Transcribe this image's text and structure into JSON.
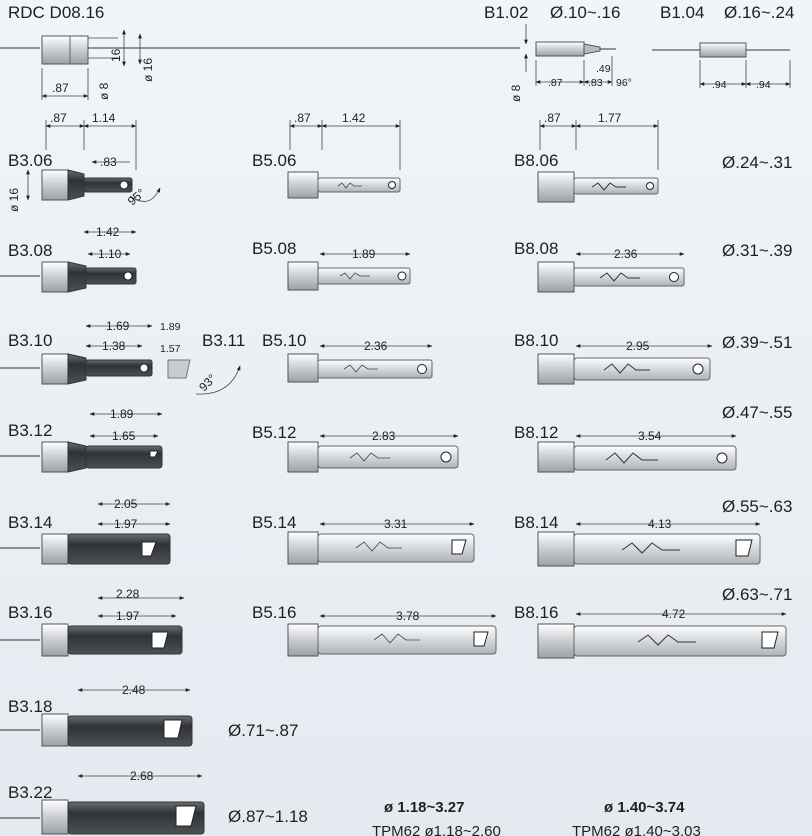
{
  "header": {
    "holder_label": "RDC D08.16",
    "holder_dims": {
      "length": ".87",
      "bore": "ø 8",
      "shank": "ø 16",
      "shank_side": "16"
    },
    "b102": {
      "label": "B1.02",
      "range": "Ø.10~.16",
      "dims": [
        ".87",
        ".83",
        ".49",
        "96°"
      ],
      "bore": "ø 8"
    },
    "b104": {
      "label": "B1.04",
      "range": "Ø.16~.24",
      "dims": [
        ".94",
        ".94"
      ]
    }
  },
  "bars": {
    "b3": {
      "b306": {
        "label": "B3.06",
        "dims": [
          ".87",
          "1.14",
          ".83"
        ],
        "angle": "95°",
        "dia": "ø 16"
      },
      "b308": {
        "label": "B3.08",
        "dims": [
          "1.42",
          "1.10"
        ]
      },
      "b310": {
        "label": "B3.10",
        "dims": [
          "1.69",
          "1.38"
        ]
      },
      "b311": {
        "label": "B3.11",
        "dims": [
          "1.89",
          "1.57"
        ],
        "angle": "93°"
      },
      "b312": {
        "label": "B3.12",
        "dims": [
          "1.89",
          "1.65"
        ]
      },
      "b314": {
        "label": "B3.14",
        "dims": [
          "2.05",
          "1.97"
        ]
      },
      "b316": {
        "label": "B3.16",
        "dims": [
          "2.28",
          "1.97"
        ]
      },
      "b318": {
        "label": "B3.18",
        "dims": [
          "2.48"
        ],
        "range": "Ø.71~.87"
      },
      "b322": {
        "label": "B3.22",
        "dims": [
          "2.68"
        ],
        "range": "Ø.87~1.18"
      }
    },
    "b5": {
      "b506": {
        "label": "B5.06",
        "dims": [
          ".87",
          "1.42"
        ]
      },
      "b508": {
        "label": "B5.08",
        "dims": [
          "1.89"
        ]
      },
      "b510": {
        "label": "B5.10",
        "dims": [
          "2.36"
        ]
      },
      "b512": {
        "label": "B5.12",
        "dims": [
          "2.83"
        ]
      },
      "b514": {
        "label": "B5.14",
        "dims": [
          "3.31"
        ]
      },
      "b516": {
        "label": "B5.16",
        "dims": [
          "3.78"
        ]
      }
    },
    "b8": {
      "b806": {
        "label": "B8.06",
        "dims": [
          ".87",
          "1.77"
        ],
        "range": "Ø.24~.31"
      },
      "b808": {
        "label": "B8.08",
        "dims": [
          "2.36"
        ],
        "range": "Ø.31~.39"
      },
      "b810": {
        "label": "B8.10",
        "dims": [
          "2.95"
        ],
        "range": "Ø.39~.51"
      },
      "b812": {
        "label": "B8.12",
        "dims": [
          "3.54"
        ],
        "range": "Ø.47~.55"
      },
      "b814": {
        "label": "B8.14",
        "dims": [
          "4.13"
        ],
        "range": "Ø.55~.63"
      },
      "b816": {
        "label": "B8.16",
        "dims": [
          "4.72"
        ],
        "range": "Ø.63~.71"
      }
    }
  },
  "footer": {
    "col1": {
      "range": "ø 1.18~3.27",
      "tpm": "TPM62 ø1.18~2.60"
    },
    "col2": {
      "range": "ø 1.40~3.74",
      "tpm": "TPM62 ø1.40~3.03"
    }
  },
  "colors": {
    "dark_bar": "#3c3f44",
    "light_bar": "#d9dde1",
    "line": "#333333"
  }
}
